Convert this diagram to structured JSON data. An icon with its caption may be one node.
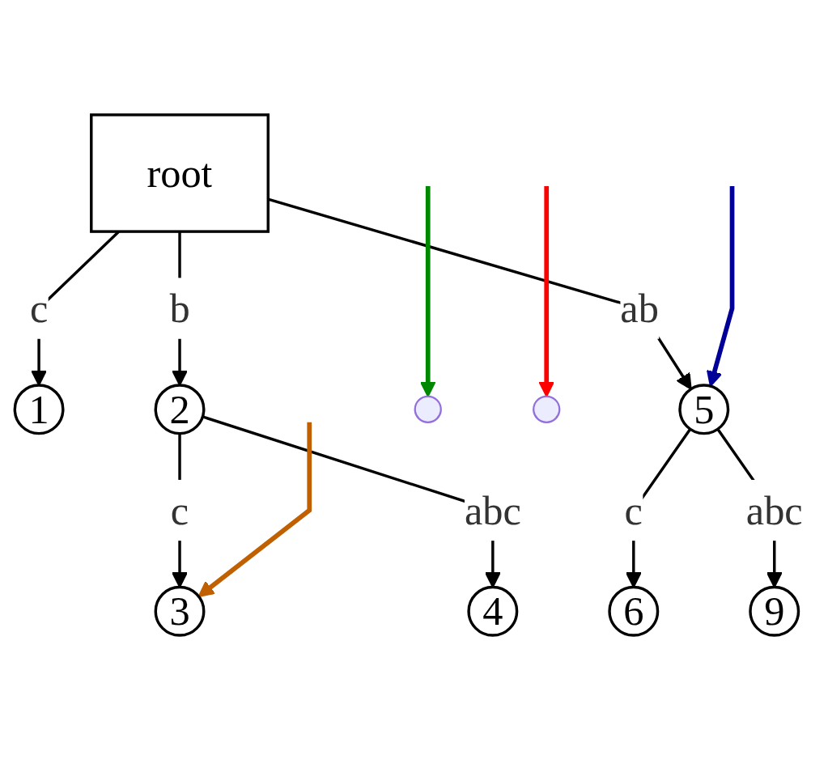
{
  "diagram": {
    "nodes": [
      {
        "text": [
          "root"
        ]
      },
      {
        "text": [
          "1"
        ]
      },
      {
        "text": [
          "2"
        ]
      },
      {
        "text": [
          "3"
        ]
      },
      {
        "text": [
          "4"
        ]
      },
      {
        "text": [
          "5"
        ]
      },
      {
        "text": [
          "6"
        ]
      },
      {
        "text": [
          "9"
        ]
      },
      {
        "text": [],
        "shape": "point"
      },
      {
        "text": [],
        "shape": "point"
      }
    ],
    "edges": [
      {
        "from": 0,
        "to": 1,
        "arrow": "to",
        "label": "c"
      },
      {
        "from": 0,
        "to": 2,
        "arrow": "to",
        "label": "b"
      },
      {
        "from": 0,
        "to": 5,
        "arrow": "to",
        "label": "ab"
      },
      {
        "from": 2,
        "to": 3,
        "arrow": "to",
        "label": "c"
      },
      {
        "from": 2,
        "to": 4,
        "arrow": "to",
        "label": "abc"
      },
      {
        "from": 5,
        "to": 6,
        "arrow": "to",
        "label": "c"
      },
      {
        "from": 5,
        "to": 7,
        "arrow": "to",
        "label": "abc"
      },
      {
        "from": null,
        "to": 8,
        "arrow": "to",
        "color": "#008800"
      },
      {
        "from": null,
        "to": 5,
        "arrow": "to",
        "color": "#000099"
      },
      {
        "from": null,
        "to": 9,
        "arrow": "to",
        "color": "#ff0000"
      },
      {
        "from": null,
        "to": 3,
        "arrow": "to",
        "color": "#c06000"
      }
    ]
  }
}
